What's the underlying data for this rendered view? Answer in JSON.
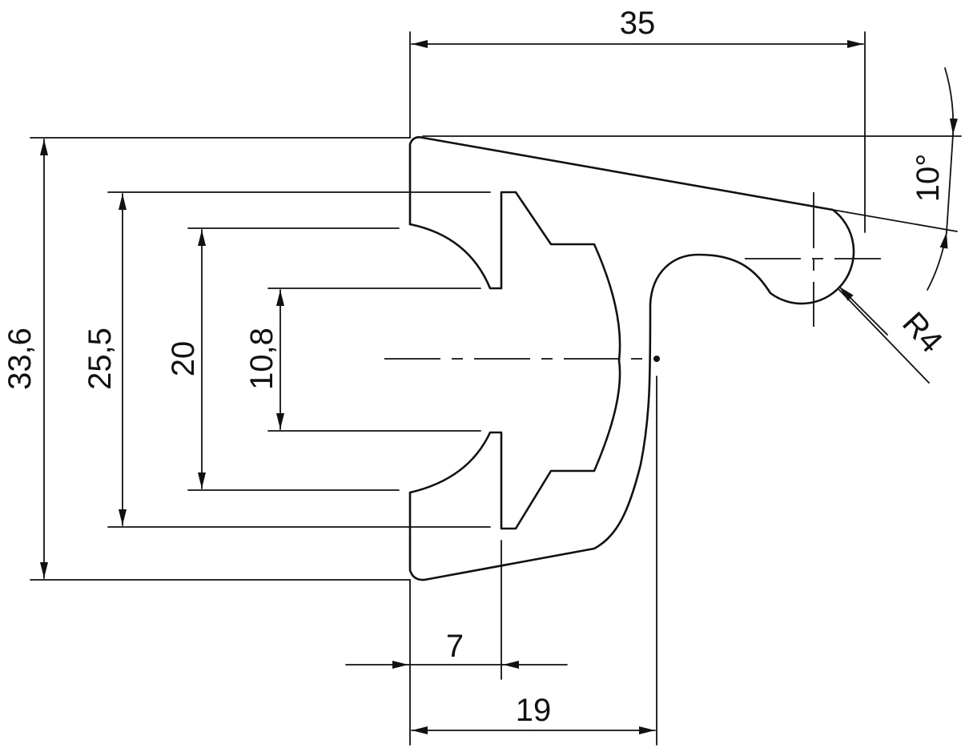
{
  "dimensions": {
    "overall_height": "33,6",
    "outer_slot_height": "25,5",
    "inner_slot_height": "20",
    "center_slot_height": "10,8",
    "top_width": "35",
    "neck_width": "7",
    "body_width": "19",
    "angle": "10°",
    "radius": "R4"
  },
  "colors": {
    "line": "#111111",
    "background": "#ffffff"
  }
}
